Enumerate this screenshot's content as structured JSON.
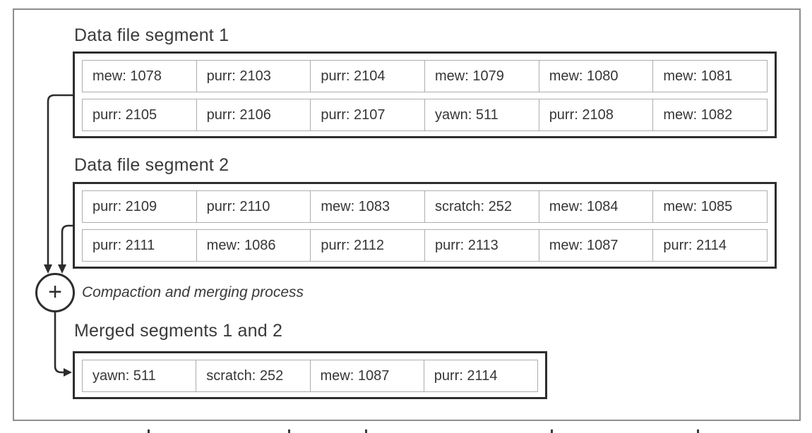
{
  "diagram": {
    "segment1": {
      "title": "Data file segment 1",
      "rows": [
        [
          "mew: 1078",
          "purr: 2103",
          "purr: 2104",
          "mew: 1079",
          "mew: 1080",
          "mew: 1081"
        ],
        [
          "purr: 2105",
          "purr: 2106",
          "purr: 2107",
          "yawn: 511",
          "purr: 2108",
          "mew: 1082"
        ]
      ]
    },
    "segment2": {
      "title": "Data file segment 2",
      "rows": [
        [
          "purr: 2109",
          "purr: 2110",
          "mew: 1083",
          "scratch: 252",
          "mew: 1084",
          "mew: 1085"
        ],
        [
          "purr: 2111",
          "mew: 1086",
          "purr: 2112",
          "purr: 2113",
          "mew: 1087",
          "purr: 2114"
        ]
      ]
    },
    "merge": {
      "symbol": "+",
      "label": "Compaction and merging process"
    },
    "merged": {
      "title": "Merged segments 1 and 2",
      "rows": [
        [
          "yawn: 511",
          "scratch: 252",
          "mew: 1087",
          "purr: 2114"
        ]
      ]
    },
    "colors": {
      "box_border": "#2d2d2d",
      "cell_border": "#adadad",
      "frame_border": "#8d8d8d",
      "arrow_stroke": "#2d2d2d",
      "text": "#383838"
    }
  }
}
